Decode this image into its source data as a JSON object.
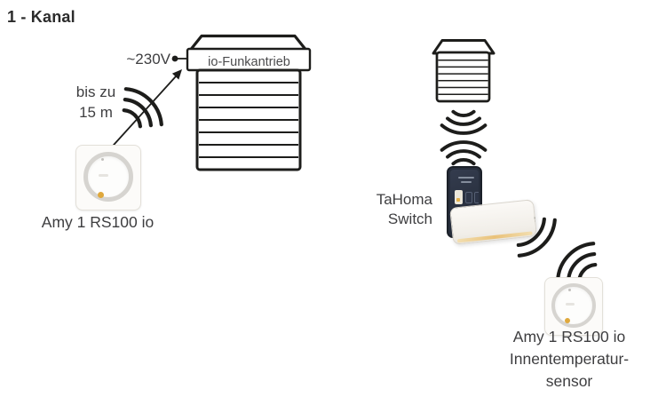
{
  "title": "1 - Kanal",
  "colors": {
    "line": "#1d1d1b",
    "text": "#3e3e40",
    "accent_yellow": "#e2a53f",
    "phone_body": "#272e3c",
    "device_ring": "#d6d4d0",
    "background": "#ffffff"
  },
  "left_setup": {
    "voltage_label": "~230V",
    "range_line1": "bis zu",
    "range_line2": "15 m",
    "motor_label": "io-Funkantrieb",
    "device_label": "Amy 1 RS100 io"
  },
  "right_setup": {
    "hub_line1": "TaHoma",
    "hub_line2": "Switch",
    "sensor_line1": "Amy 1 RS100 io",
    "sensor_line2": "Innentemperatur-",
    "sensor_line3": "sensor"
  },
  "icons": [
    "radio-waves-icon",
    "arrow-icon",
    "power-connector-icon",
    "roller-shutter-icon"
  ]
}
